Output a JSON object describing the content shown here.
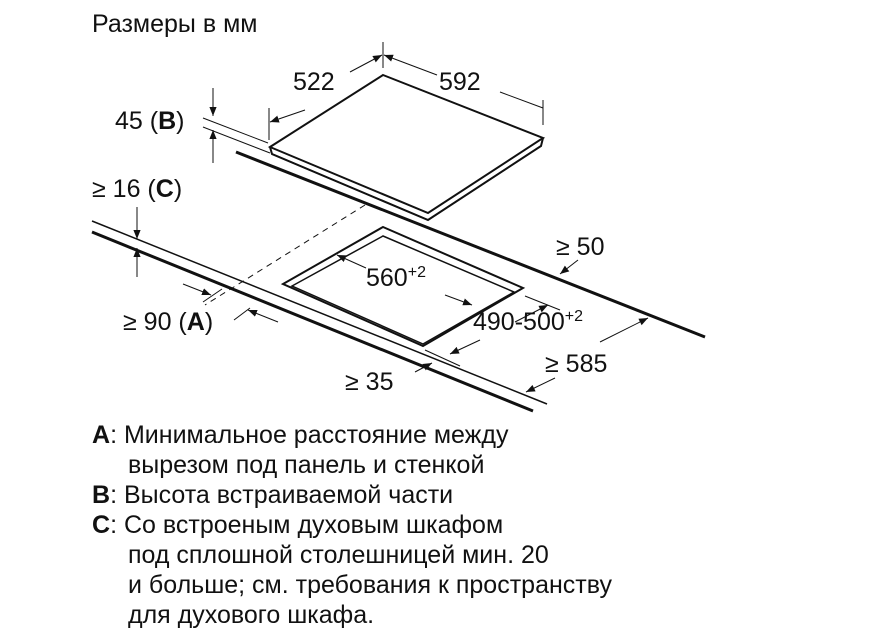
{
  "title": "Размеры в мм",
  "dimensions": {
    "depth": "522",
    "width": "592",
    "height_value": "45",
    "height_key": "B",
    "gap_value": "≥ 16",
    "gap_key": "C",
    "back_clearance": "≥ 50",
    "cutout_width": "560",
    "cutout_width_tol": "+2",
    "cutout_depth": "490-500",
    "cutout_depth_tol": "+2",
    "wall_clearance": "≥ 90",
    "wall_key": "A",
    "front_clearance": "≥ 35",
    "worktop_depth": "≥ 585"
  },
  "legend": [
    {
      "key": "A",
      "lines": [
        "Минимальное расстояние между",
        "вырезом под панель и стенкой"
      ]
    },
    {
      "key": "B",
      "lines": [
        "Высота встраиваемой части"
      ]
    },
    {
      "key": "C",
      "lines": [
        "Со встроеным духовым шкафом",
        "под сплошной столешницей мин. 20",
        "и больше; см. требования к пространству",
        "для духового шкафа."
      ]
    }
  ]
}
